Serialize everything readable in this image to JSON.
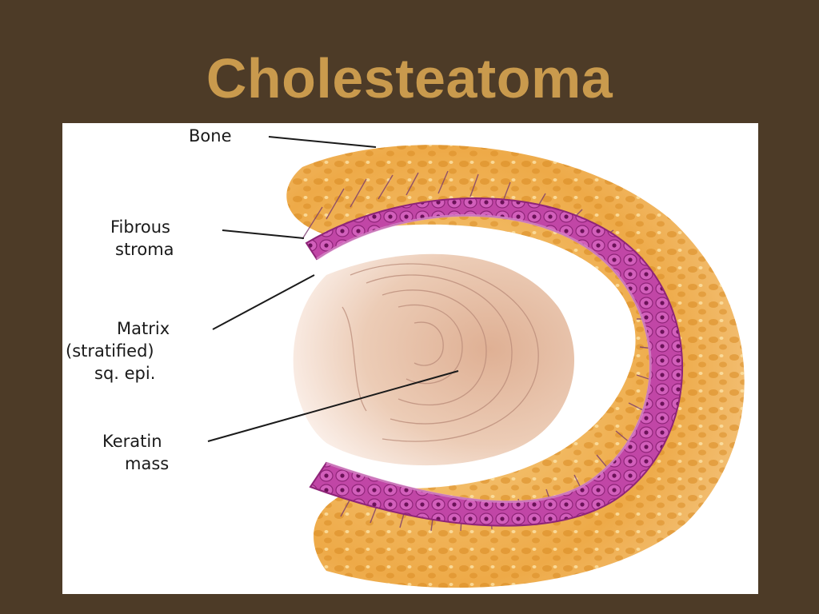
{
  "slide": {
    "title": "Cholesteatoma",
    "background_color": "#4d3b27",
    "title_color": "#c99a4d"
  },
  "diagram": {
    "labels": {
      "bone": "Bone",
      "fibrous_line1": "Fibrous",
      "fibrous_line2": "stroma",
      "matrix_line1": "Matrix",
      "matrix_line2": "(stratified)",
      "matrix_line3": "sq. epi.",
      "keratin_line1": "Keratin",
      "keratin_line2": "mass"
    },
    "colors": {
      "bone": "#e9a43f",
      "epithelium": "#b43a9c",
      "keratin": "#e8bfa2"
    }
  }
}
